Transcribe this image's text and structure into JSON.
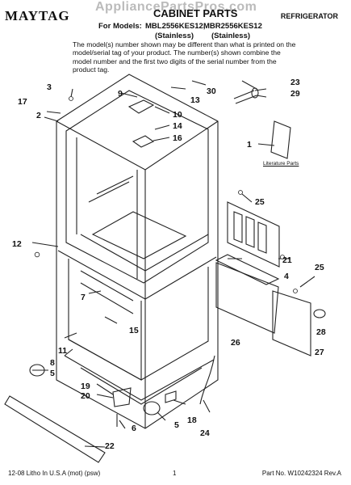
{
  "header": {
    "brand": "MAYTAG",
    "title": "CABINET PARTS",
    "category": "REFRIGERATOR",
    "watermark": "AppliancePartsPros.com",
    "models_prefix": "For Models:",
    "model_1": "MBL2556KES12,",
    "model_2": "MBR2556KES12",
    "model_1_color": "(Stainless)",
    "model_2_color": "(Stainless)",
    "note": "The model(s) number shown may be different than what is printed on the model/serial tag of your product. The number(s) shown combine the model number and the first two digits of the serial number from the product tag."
  },
  "diagram": {
    "literature_label": "Literature Parts",
    "callouts": [
      "1",
      "2",
      "3",
      "4",
      "5",
      "5",
      "6",
      "7",
      "8",
      "9",
      "10",
      "11",
      "12",
      "13",
      "14",
      "15",
      "16",
      "17",
      "18",
      "19",
      "20",
      "21",
      "22",
      "23",
      "24",
      "25",
      "25",
      "26",
      "27",
      "28",
      "29",
      "30"
    ]
  },
  "footer": {
    "left": "12-08 Litho In U.S.A (mot) (psw)",
    "page": "1",
    "part_number": "Part No. W10242324 Rev.A"
  }
}
